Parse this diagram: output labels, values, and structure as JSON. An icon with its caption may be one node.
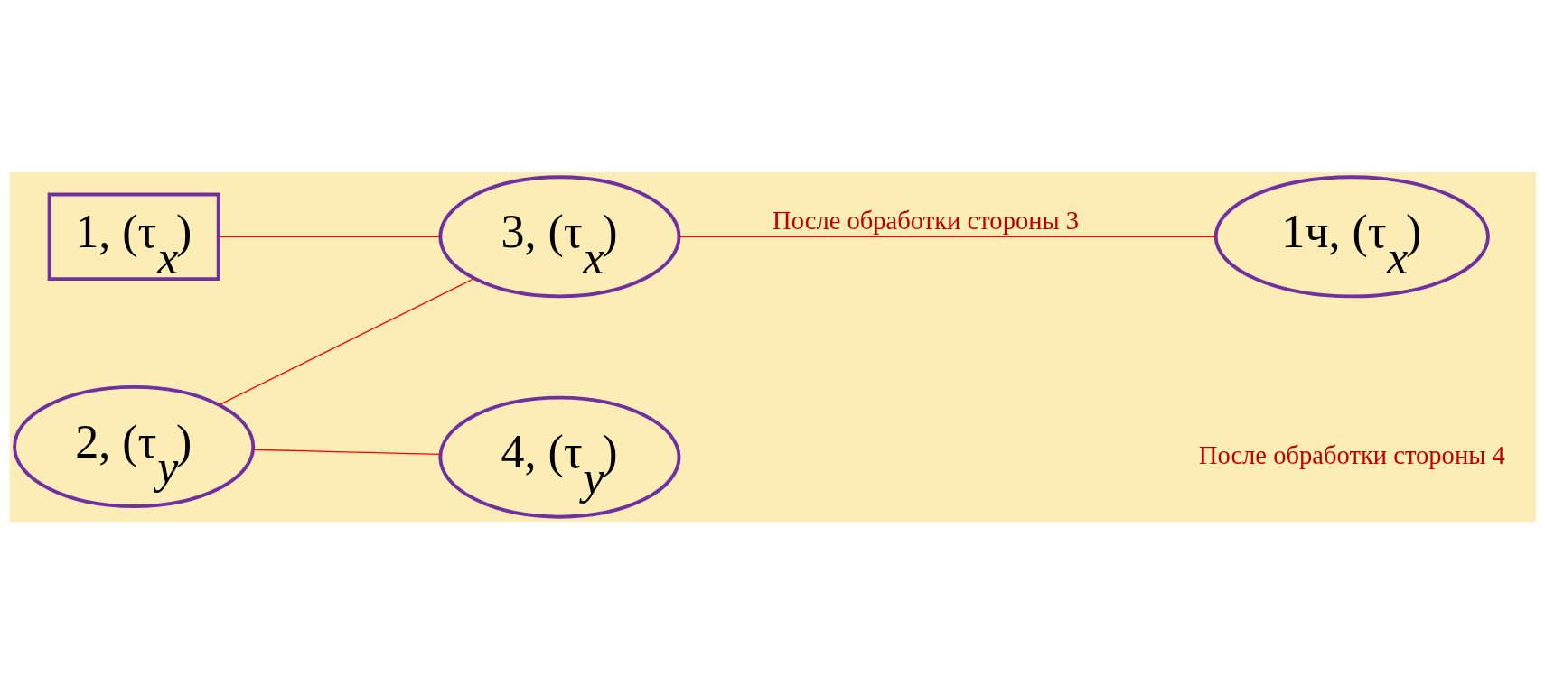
{
  "diagram": {
    "nodes": [
      {
        "text": [
          "1, (τ$_{x}$)"
        ]
      },
      {
        "text": [
          "3, (τ$_{x}$)"
        ]
      },
      {
        "text": [
          "1ч, (τ$_{x}$)"
        ]
      },
      {
        "text": [
          "2, (τ$_{y}$)"
        ]
      },
      {
        "text": [
          "4, (τ$_{y}$)"
        ]
      }
    ],
    "edges": [
      {
        "from": 0,
        "to": 1,
        "arrow": "none"
      },
      {
        "from": 1,
        "to": 2,
        "arrow": "none",
        "label": "После обработки стороны 3"
      },
      {
        "from": 3,
        "to": 1,
        "arrow": "none"
      },
      {
        "from": 3,
        "to": 4,
        "arrow": "none"
      }
    ],
    "labels": [
      "После обработки стороны 4"
    ]
  }
}
